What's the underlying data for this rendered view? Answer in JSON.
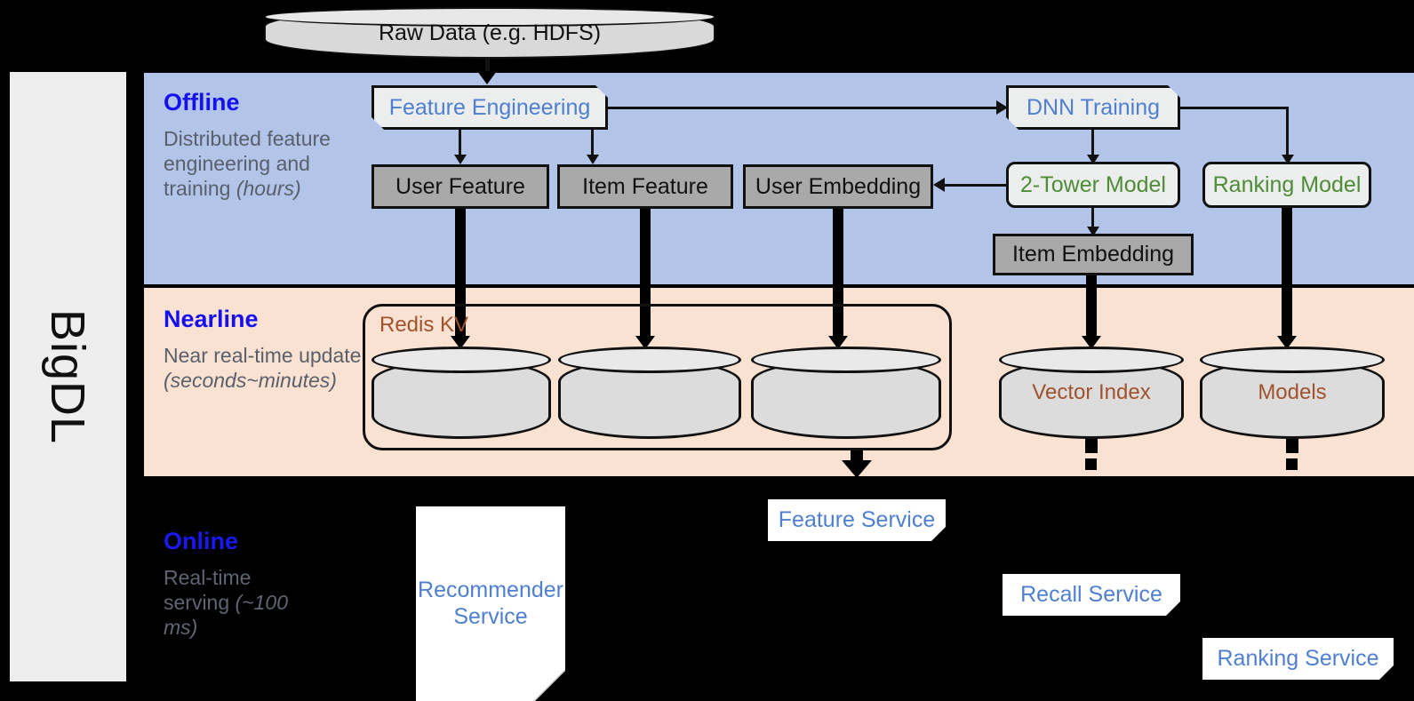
{
  "rail": {
    "label": "BigDL"
  },
  "bands": [
    {
      "id": "offline",
      "title": "Offline",
      "sub_line1": "Distributed feature engineering and training ",
      "sub_em": "(hours)"
    },
    {
      "id": "nearline",
      "title": "Nearline",
      "sub_line1": "Near real-time update ",
      "sub_em": "(seconds~minutes)"
    },
    {
      "id": "online",
      "title": "Online",
      "sub_line1": "Real-time serving ",
      "sub_em": "(~100 ms)"
    }
  ],
  "nodes": {
    "raw_data": "Raw Data (e.g. HDFS)",
    "feature_engineering": "Feature Engineering",
    "dnn_training": "DNN Training",
    "user_feature": "User Feature",
    "item_feature": "Item Feature",
    "user_embedding": "User Embedding",
    "two_tower_model": "2-Tower Model",
    "ranking_model": "Ranking Model",
    "item_embedding": "Item Embedding",
    "redis_kv": "Redis KV",
    "vector_index": "Vector Index",
    "models": "Models",
    "feature_service": "Feature Service",
    "recommender_service_l1": "Recommender",
    "recommender_service_l2": "Service",
    "recall_service": "Recall Service",
    "ranking_service": "Ranking Service"
  },
  "colors": {
    "offline_band": "#b2c5e8",
    "nearline_band": "#fae2d2",
    "online_band": "#000000",
    "band_title": "#1510f0",
    "band_sub": "#595f6b",
    "blue_text": "#4f7fd1",
    "green_text": "#4f8c37",
    "brown_text": "#a0522d",
    "gray_box": "#a9a9a9",
    "light_box": "#eceded",
    "rail_bg": "#eeeeee"
  }
}
